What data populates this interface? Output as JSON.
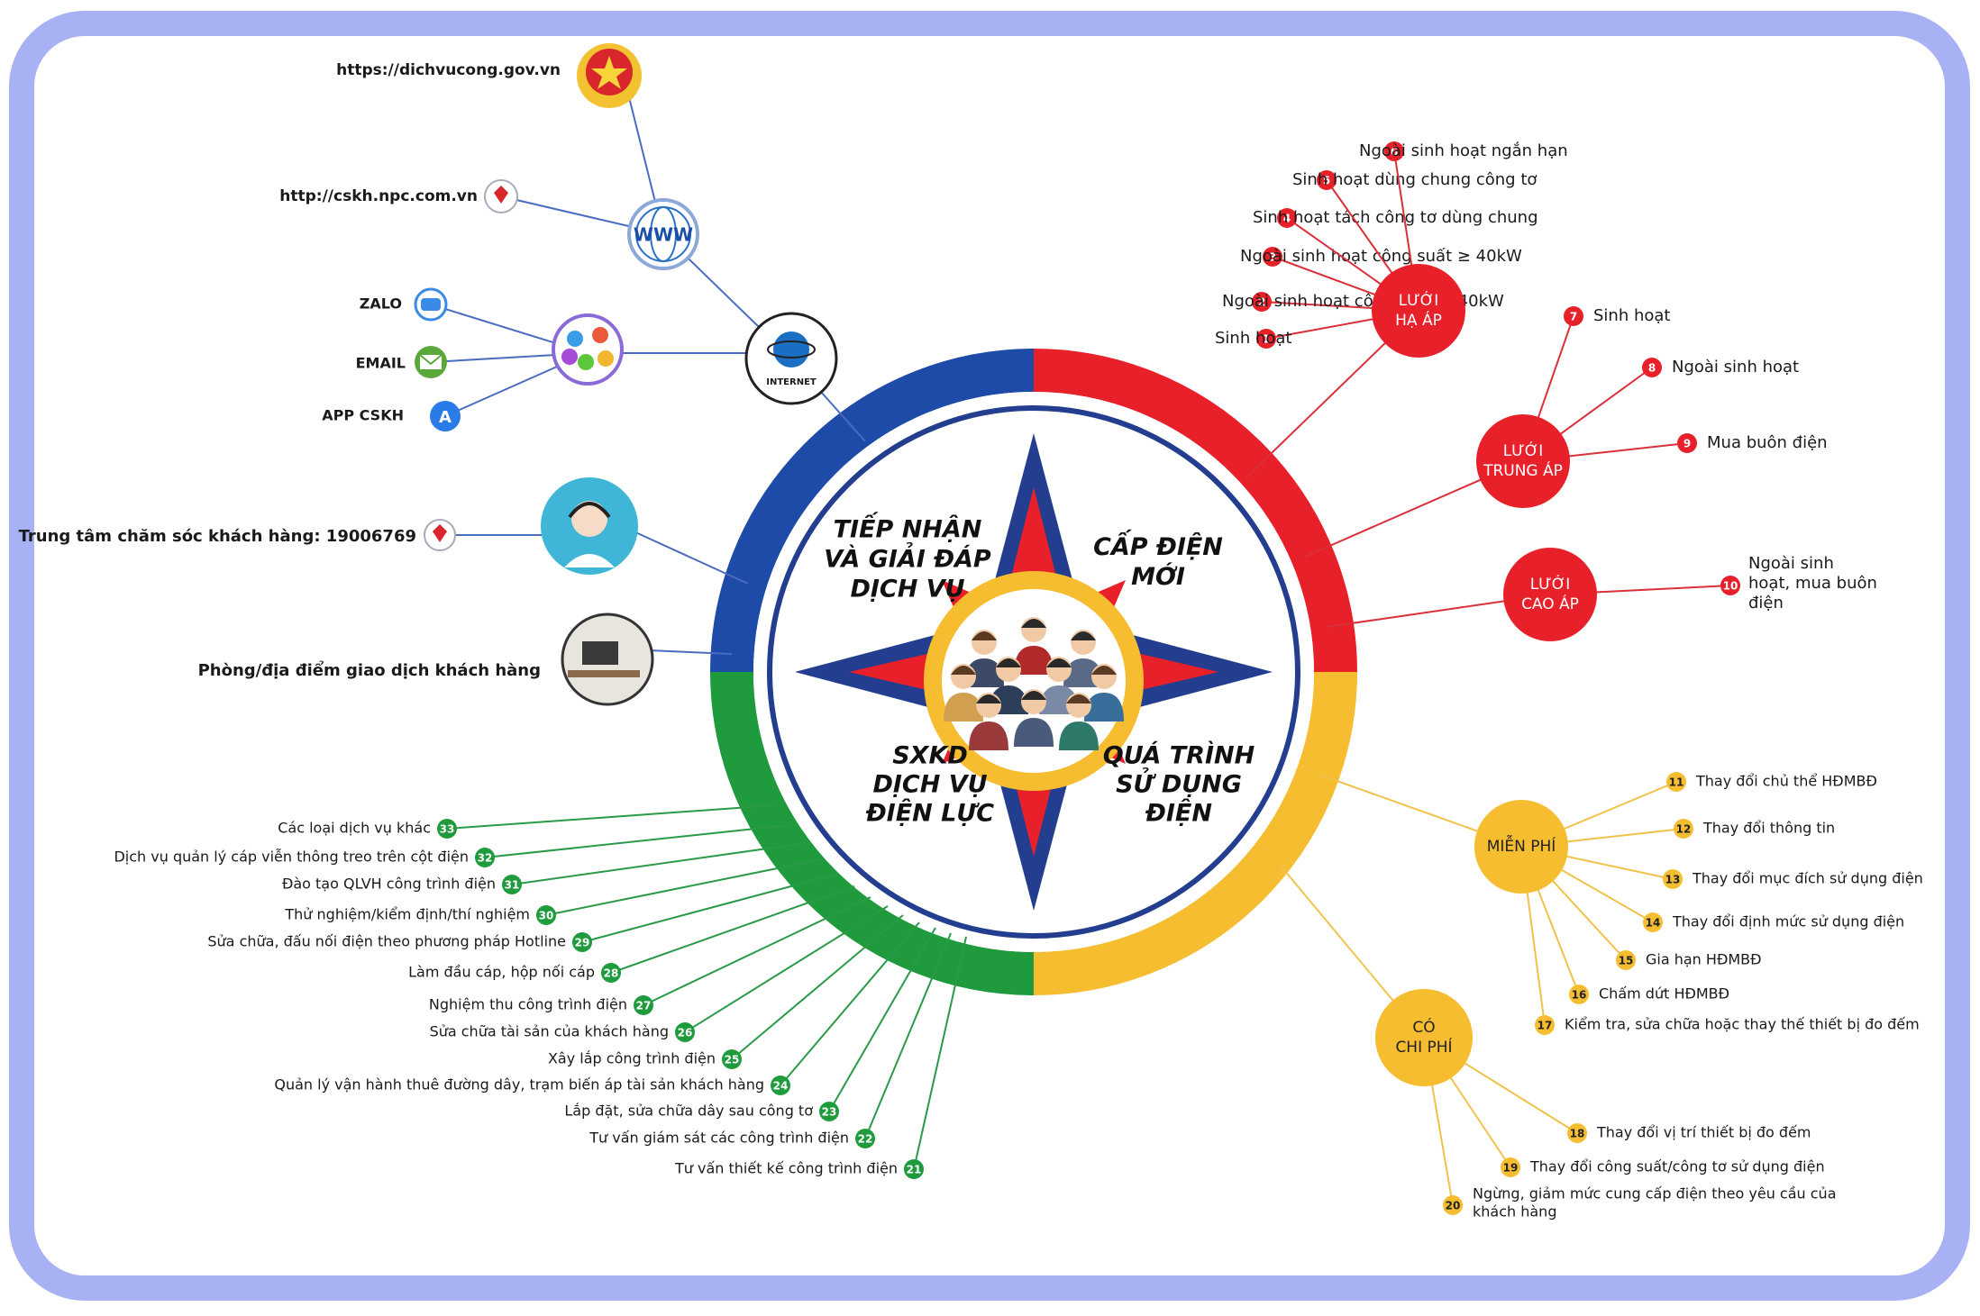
{
  "colors": {
    "frame": "#a7b1f3",
    "blue": "#1e4aa8",
    "red": "#e8202a",
    "yellow": "#f5bd2f",
    "green": "#1f9a3d",
    "dark_blue": "#233d8f",
    "link_blue": "#4a6cc0",
    "link_red": "#d9303a",
    "link_yellow": "#f0c24a",
    "link_green": "#2a9a48"
  },
  "center": {
    "q_top_left": [
      "TIẾP NHẬN",
      "VÀ GIẢI ĐÁP",
      "DỊCH VỤ"
    ],
    "q_top_right": [
      "CẤP ĐIỆN",
      "MỚI"
    ],
    "q_bottom_left": [
      "SXKD",
      "DỊCH VỤ",
      "ĐIỆN LỰC"
    ],
    "q_bottom_right": [
      "QUÁ TRÌNH",
      "SỬ DỤNG",
      "ĐIỆN"
    ],
    "people_icon": "people-group-icon"
  },
  "channels": {
    "internet_label": "INTERNET",
    "www_label": "WWW",
    "gov_url": "https://dichvucong.gov.vn",
    "npc_url": "http://cskh.npc.com.vn",
    "zalo": "ZALO",
    "email": "EMAIL",
    "app": "APP CSKH",
    "hotline": "Trung tâm chăm sóc khách hàng: 19006769",
    "office": "Phòng/địa điểm giao dịch khách hàng"
  },
  "red_hubs": {
    "ha_ap": [
      "LƯỚI",
      "HẠ ÁP"
    ],
    "trung_ap": [
      "LƯỚI",
      "TRUNG ÁP"
    ],
    "cao_ap": [
      "LƯỚI",
      "CAO ÁP"
    ]
  },
  "red_items": [
    {
      "n": "1",
      "label": "Sinh hoạt"
    },
    {
      "n": "2",
      "label": "Ngoài sinh hoạt công suất < 40kW"
    },
    {
      "n": "3",
      "label": "Ngoài sinh hoạt công suất ≥ 40kW"
    },
    {
      "n": "4",
      "label": "Sinh hoạt tách công tơ dùng chung"
    },
    {
      "n": "5",
      "label": "Sinh hoạt dùng chung công tơ"
    },
    {
      "n": "6",
      "label": "Ngoài sinh hoạt ngắn hạn"
    },
    {
      "n": "7",
      "label": "Sinh hoạt"
    },
    {
      "n": "8",
      "label": "Ngoài sinh hoạt"
    },
    {
      "n": "9",
      "label": "Mua buôn điện"
    },
    {
      "n": "10",
      "label": [
        "Ngoài sinh",
        "hoạt, mua buôn",
        "điện"
      ]
    }
  ],
  "yellow_hubs": {
    "free": "MIỄN PHÍ",
    "paid": [
      "CÓ",
      "CHI PHÍ"
    ]
  },
  "yellow_items": [
    {
      "n": "11",
      "label": "Thay đổi chủ thể HĐMBĐ"
    },
    {
      "n": "12",
      "label": "Thay đổi thông tin"
    },
    {
      "n": "13",
      "label": "Thay đổi mục đích sử dụng điện"
    },
    {
      "n": "14",
      "label": "Thay đổi định mức sử dụng điện"
    },
    {
      "n": "15",
      "label": "Gia hạn HĐMBĐ"
    },
    {
      "n": "16",
      "label": "Chấm dứt HĐMBĐ"
    },
    {
      "n": "17",
      "label": "Kiểm tra, sửa chữa hoặc thay thế thiết bị đo đếm"
    },
    {
      "n": "18",
      "label": "Thay đổi vị trí thiết bị đo đếm"
    },
    {
      "n": "19",
      "label": "Thay đổi công suất/công tơ sử dụng điện"
    },
    {
      "n": "20",
      "label": [
        "Ngừng, giảm mức cung cấp điện theo yêu cầu của",
        "khách hàng"
      ]
    }
  ],
  "green_items": [
    {
      "n": "21",
      "label": "Tư vấn thiết kế công trình điện"
    },
    {
      "n": "22",
      "label": "Tư vấn giám sát các công trình điện"
    },
    {
      "n": "23",
      "label": "Lắp đặt, sửa chữa dây sau công tơ"
    },
    {
      "n": "24",
      "label": "Quản lý vận hành thuê đường dây, trạm biến áp tài sản khách hàng"
    },
    {
      "n": "25",
      "label": "Xây lắp công trình điện"
    },
    {
      "n": "26",
      "label": "Sửa chữa tài sản của khách hàng"
    },
    {
      "n": "27",
      "label": "Nghiệm thu công trình điện"
    },
    {
      "n": "28",
      "label": "Làm đầu cáp, hộp nối cáp"
    },
    {
      "n": "29",
      "label": "Sửa chữa, đấu nối điện theo phương pháp Hotline"
    },
    {
      "n": "30",
      "label": "Thử nghiệm/kiểm định/thí nghiệm"
    },
    {
      "n": "31",
      "label": "Đào tạo QLVH công trình điện"
    },
    {
      "n": "32",
      "label": "Dịch vụ quản lý cáp viễn thông treo trên cột điện"
    },
    {
      "n": "33",
      "label": "Các loại dịch vụ khác"
    }
  ]
}
